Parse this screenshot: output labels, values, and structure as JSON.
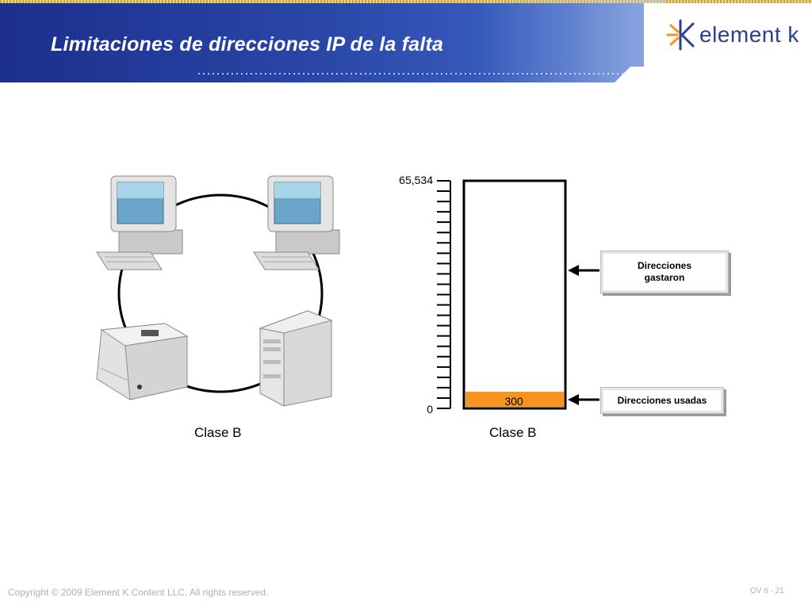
{
  "header": {
    "title": "Limitaciones de direcciones IP de la falta",
    "logo_text": "element k"
  },
  "network": {
    "label": "Clase B"
  },
  "address_bar": {
    "top_value": "65,534",
    "bottom_value": "0",
    "used_value": "300",
    "label": "Clase B"
  },
  "callouts": {
    "wasted": "Direcciones gastaron",
    "used": "Direcciones usadas"
  },
  "footer": {
    "copyright": "Copyright © 2009 Element K Content LLC. All rights reserved.",
    "page": "OV 6 - 21"
  },
  "colors": {
    "header_blue": "#1c2f8c",
    "used_fill": "#f7941d",
    "logo_orange": "#f7941d"
  }
}
